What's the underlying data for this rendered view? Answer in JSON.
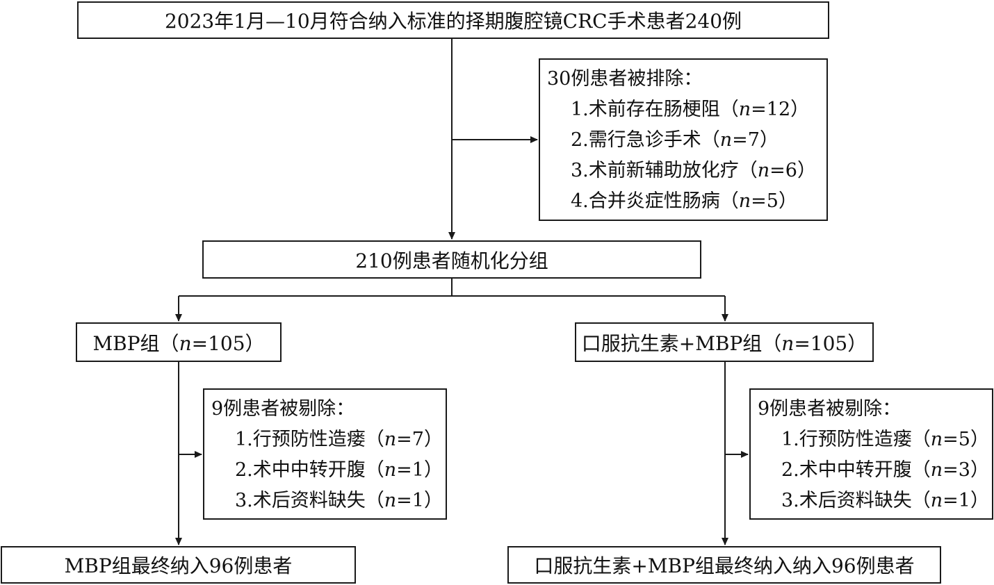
{
  "top_box": "2023年1月—10月符合纳入标准的择期腹腔镜CRC手术患者240例",
  "exclusion": {
    "title": "30例患者被排除：",
    "items": [
      "1.术前存在肠梗阻（n=12）",
      "2.需行急诊手术（n=7）",
      "3.术前新辅助放化疗（n=6）",
      "4.合并炎症性肠病（n=5）"
    ]
  },
  "randomize_box": "210例患者随机化分组",
  "left_group": "MBP组（n=105）",
  "right_group": "口服抗生素+MBP组（n=105）",
  "left_removed": {
    "title": "9例患者被剔除：",
    "items": [
      "1.行预防性造瘘（n=7）",
      "2.术中中转开腹（n=1）",
      "3.术后资料缺失（n=1）"
    ]
  },
  "right_removed": {
    "title": "9例患者被剔除：",
    "items": [
      "1.行预防性造瘘（n=5）",
      "2.术中中转开腹（n=3）",
      "3.术后资料缺失（n=1）"
    ]
  },
  "left_final": "MBP组最终纳入96例患者",
  "right_final": "口服抗生素+MBP组最终纳入纳入96例患者",
  "colors": {
    "line": "#1a1a1a",
    "background": "#ffffff"
  }
}
